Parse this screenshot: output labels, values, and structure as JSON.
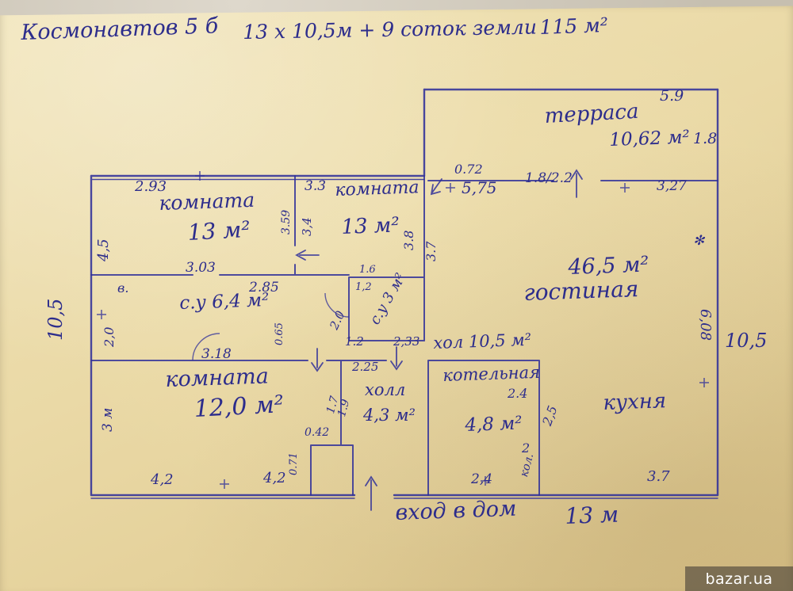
{
  "header": {
    "address": "Космонавтов 5 б",
    "size_note": "13 х 10,5м  + 9 соток земли",
    "total_area": "115 м²"
  },
  "rooms": {
    "terrace_name": "терраса",
    "terrace_area": "10,62 м²",
    "room1_name": "комната",
    "room1_area": "13 м²",
    "room2_name": "комната",
    "room2_area": "13 м²",
    "living_area": "46,5 м²",
    "living_name": "гостиная",
    "bath1": "с.у  6,4 м²",
    "bath2": "с.у 3 м²",
    "room3_name": "комната",
    "room3_area": "12,0 м²",
    "hall_main": "хол 10,5 м²",
    "hall_small_name": "холл",
    "hall_small_area": "4,3 м²",
    "boiler_name": "котельная",
    "boiler_area": "4,8 м²",
    "kitchen_name": "кухня"
  },
  "dims": {
    "d293": "2.93",
    "d45": "4,5",
    "d303": "3.03",
    "d33": "3.3",
    "d34": "3,4",
    "d359": "3.59",
    "d38": "3.8",
    "d37v": "3.7",
    "d072": "0.72",
    "d575": "5,75",
    "d1822": "1.8/2.2",
    "d327": "3,27",
    "d59": "5.9",
    "d18": "1.8",
    "d285": "2.85",
    "d16": "1.6",
    "d12b": "1,2",
    "d20door": "2.0",
    "d12": "1.2",
    "d233": "2,33",
    "dv": "в.",
    "d20left": "2,0",
    "d065": "0.65",
    "d318": "3.18",
    "d3m": "3 м",
    "d42a": "4,2",
    "d42b": "4,2",
    "d225": "2.25",
    "d17": "1.7",
    "d19": "1.9",
    "d042": "0.42",
    "d071": "0.71",
    "d24": "2.4",
    "d2": "2",
    "d25": "2,5",
    "dkol": "кол.",
    "d24b": "2,4",
    "d37b": "3.7",
    "d608": "6,08",
    "d105l": "10,5",
    "d105r": "10,5",
    "d13m": "13 м",
    "mark": "✻"
  },
  "annotations": {
    "entrance": "вход в дом",
    "watermark": "bazar.ua"
  }
}
